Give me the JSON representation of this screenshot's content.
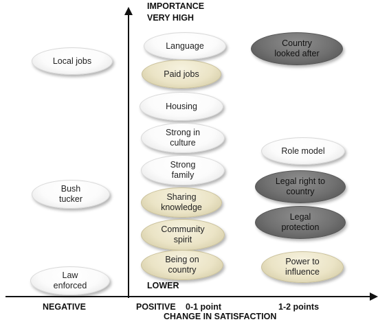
{
  "axes": {
    "y_title_line1": "IMPORTANCE",
    "y_title_line2": "VERY HIGH",
    "y_low": "LOWER",
    "x_negative": "NEGATIVE",
    "x_positive": "POSITIVE",
    "x_0_1": "0-1 point",
    "x_1_2": "1-2 points",
    "x_title": "CHANGE IN SATISFACTION"
  },
  "items": {
    "local_jobs": {
      "line1": "Local jobs",
      "line2": "",
      "style": "white"
    },
    "bush_tucker": {
      "line1": "Bush",
      "line2": "tucker",
      "style": "white"
    },
    "law_enforced": {
      "line1": "Law",
      "line2": "enforced",
      "style": "white"
    },
    "language": {
      "line1": "Language",
      "line2": "",
      "style": "white"
    },
    "paid_jobs": {
      "line1": "Paid jobs",
      "line2": "",
      "style": "tan"
    },
    "housing": {
      "line1": "Housing",
      "line2": "",
      "style": "white"
    },
    "strong_culture": {
      "line1": "Strong in",
      "line2": "culture",
      "style": "white"
    },
    "strong_family": {
      "line1": "Strong",
      "line2": "family",
      "style": "white"
    },
    "sharing_knowledge": {
      "line1": "Sharing",
      "line2": "knowledge",
      "style": "tan"
    },
    "community_spirit": {
      "line1": "Community",
      "line2": "spirit",
      "style": "tan"
    },
    "being_on_country": {
      "line1": "Being on",
      "line2": "country",
      "style": "tan"
    },
    "country_looked_after": {
      "line1": "Country",
      "line2": "looked after",
      "style": "dark"
    },
    "role_model": {
      "line1": "Role model",
      "line2": "",
      "style": "white"
    },
    "legal_right": {
      "line1": "Legal right to",
      "line2": "country",
      "style": "dark"
    },
    "legal_protection": {
      "line1": "Legal",
      "line2": "protection",
      "style": "dark"
    },
    "power_influence": {
      "line1": "Power to",
      "line2": "influence",
      "style": "tan"
    }
  }
}
